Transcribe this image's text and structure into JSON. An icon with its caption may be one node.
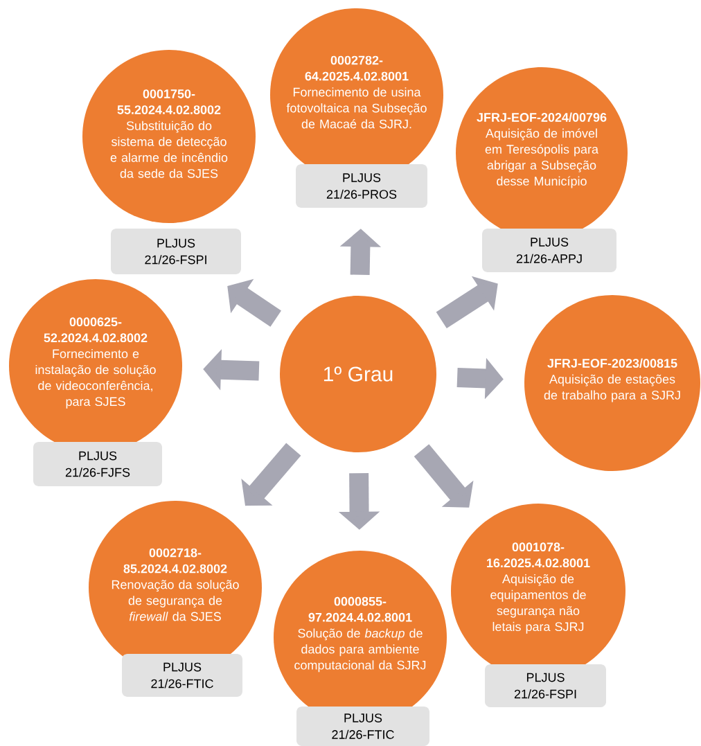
{
  "diagram": {
    "nodes": [
      {
        "text": [
          "1º Grau"
        ]
      },
      {
        "text": [
          "0002782-64.2025.4.02.8001",
          "Fornecimento de usina fotovoltaica na Subseção de Macaé da SJRJ."
        ]
      },
      {
        "text": [
          "PLJUS 21/26-PROS"
        ]
      },
      {
        "text": [
          "JFRJ-EOF-2024/00796",
          "Aquisição de imóvel em Teresópolis para abrigar a Subseção desse Município"
        ]
      },
      {
        "text": [
          "PLJUS 21/26-APPJ"
        ]
      },
      {
        "text": [
          "JFRJ-EOF-2023/00815",
          "Aquisição de estações de trabalho para a SJRJ"
        ]
      },
      {
        "text": [
          "0001078-16.2025.4.02.8001",
          "Aquisição de equipamentos de segurança não letais para SJRJ"
        ]
      },
      {
        "text": [
          "PLJUS 21/26-FSPI"
        ]
      },
      {
        "text": [
          "0000855-97.2024.4.02.8001",
          "Solução de *backup* de dados para ambiente computacional da SJRJ"
        ]
      },
      {
        "text": [
          "PLJUS 21/26-FTIC"
        ]
      },
      {
        "text": [
          "0002718-85.2024.4.02.8002",
          "Renovação da solução de segurança de *firewall* da SJES"
        ]
      },
      {
        "text": [
          "PLJUS 21/26-FTIC"
        ]
      },
      {
        "text": [
          "0000625-52.2024.4.02.8002",
          "Fornecimento e instalação de solução de videoconferência, para SJES"
        ]
      },
      {
        "text": [
          "PLJUS 21/26-FJFS"
        ]
      },
      {
        "text": [
          "0001750-55.2024.4.02.8002",
          "Substituição do sistema de detecção e alarme de incêndio da sede da SJES"
        ]
      },
      {
        "text": [
          "PLJUS 21/26-FSPI"
        ]
      }
    ],
    "edges": [
      {
        "from": 0,
        "to": 2,
        "arrow": "to"
      },
      {
        "from": 0,
        "to": 4,
        "arrow": "to"
      },
      {
        "from": 0,
        "to": 5,
        "arrow": "to"
      },
      {
        "from": 0,
        "to": 6,
        "arrow": "to"
      },
      {
        "from": 0,
        "to": 8,
        "arrow": "to"
      },
      {
        "from": 0,
        "to": 10,
        "arrow": "to"
      },
      {
        "from": 0,
        "to": 12,
        "arrow": "to"
      },
      {
        "from": 0,
        "to": 15,
        "arrow": "to"
      }
    ]
  }
}
